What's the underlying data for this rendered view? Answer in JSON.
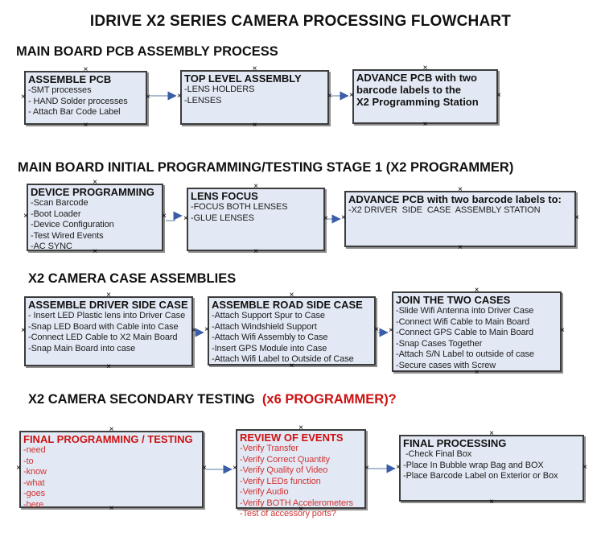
{
  "title": "IDRIVE X2  SERIES CAMERA PROCESSING FLOWCHART",
  "colors": {
    "box_fill": "#e3e9f4",
    "box_border": "#3c3c3c",
    "red": "#cc1111",
    "red_body": "#d03333",
    "arrow_line": "#8fa5c4",
    "arrow_head": "#3a5da8",
    "text": "#1a1a1a"
  },
  "sections": [
    {
      "heading": "MAIN BOARD PCB ASSEMBLY PROCESS",
      "boxes": [
        {
          "title": "ASSEMBLE PCB",
          "lines": [
            "-SMT processes",
            "- HAND Solder processes",
            "- Attach Bar Code Label"
          ]
        },
        {
          "title": "TOP LEVEL ASSEMBLY",
          "lines": [
            "-LENS HOLDERS",
            "-LENSES"
          ]
        },
        {
          "title": "ADVANCE PCB with two\nbarcode labels to the\n X2 Programming Station",
          "lines": []
        }
      ]
    },
    {
      "heading": "MAIN BOARD INITIAL PROGRAMMING/TESTING STAGE 1 (X2 PROGRAMMER)",
      "boxes": [
        {
          "title": "DEVICE PROGRAMMING",
          "lines": [
            "-Scan Barcode",
            "-Boot Loader",
            "-Device Configuration",
            "-Test Wired Events",
            "-AC SYNC"
          ]
        },
        {
          "title": "LENS FOCUS",
          "lines": [
            "-FOCUS BOTH LENSES",
            "-GLUE LENSES"
          ]
        },
        {
          "title": "ADVANCE PCB with two barcode labels to:",
          "lines": [
            "-X2 DRIVER  SIDE  CASE  ASSEMBLY STATION"
          ]
        }
      ]
    },
    {
      "heading": "X2 CAMERA CASE ASSEMBLIES",
      "boxes": [
        {
          "title": "ASSEMBLE DRIVER SIDE CASE",
          "lines": [
            "- Insert LED Plastic lens into Driver Case",
            "-Snap LED Board with Cable into Case",
            "-Connect LED Cable to X2 Main Board",
            "-Snap Main Board into case"
          ]
        },
        {
          "title": "ASSEMBLE ROAD SIDE CASE",
          "lines": [
            "-Attach Support Spur to Case",
            "-Attach Windshield Support",
            "-Attach Wifi Assembly to Case",
            "-Insert GPS Module into Case",
            "-Attach Wifi Label to Outside of Case"
          ]
        },
        {
          "title": "JOIN THE TWO CASES",
          "lines": [
            "-Slide Wifi Antenna into Driver Case",
            "-Connect Wifi Cable to Main Board",
            "-Connect GPS Cable to Main Board",
            "-Snap Cases Together",
            "-Attach S/N Label to outside of case",
            "-Secure cases with Screw"
          ]
        }
      ]
    },
    {
      "heading": "X2 CAMERA SECONDARY TESTING ",
      "heading_red": " (x6 PROGRAMMER)?",
      "boxes": [
        {
          "title": "FINAL PROGRAMMING / TESTING",
          "lines": [
            "-need",
            "-to",
            "-know",
            "-what",
            "-goes",
            "-here"
          ]
        },
        {
          "title": "REVIEW OF EVENTS",
          "lines": [
            "-Verify Transfer",
            "-Verify Correct Quantity",
            "-Verify Quality of Video",
            "-Verify LEDs function",
            "-Verify Audio",
            "-Verify BOTH Accelerometers",
            "-Test of accessory ports?"
          ]
        },
        {
          "title": "FINAL PROCESSING",
          "lines": [
            " -Check Final Box",
            "-Place In Bubble wrap Bag and BOX",
            "-Place Barcode Label on Exterior or Box"
          ]
        }
      ]
    }
  ]
}
